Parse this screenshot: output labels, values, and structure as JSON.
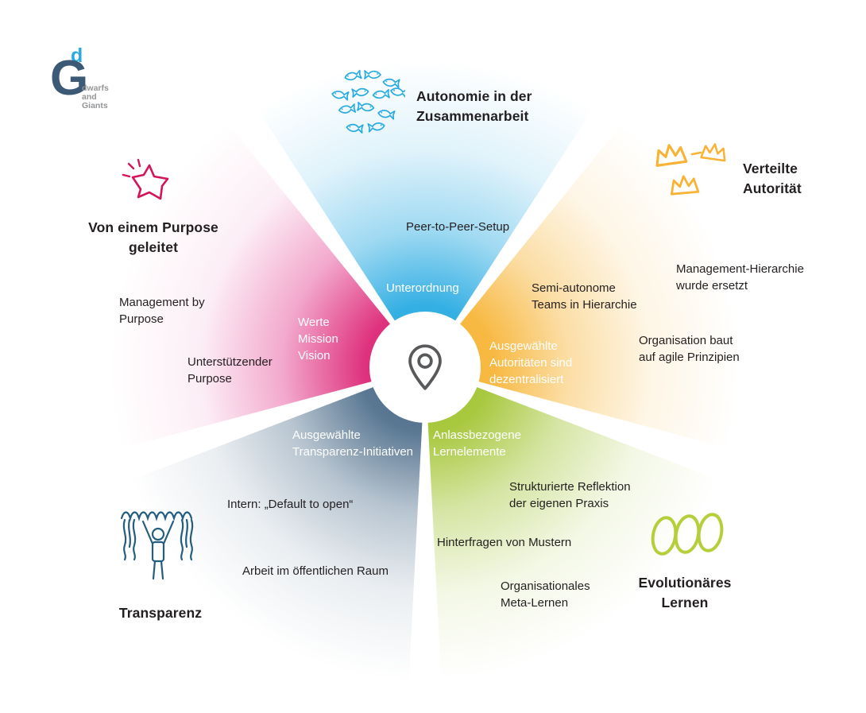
{
  "colors": {
    "cyan": "#29abe2",
    "yellow": "#f9b233",
    "magenta": "#d4145a",
    "pinkwedge": "#e6318c",
    "steelblue": "#54738f",
    "darkblue": "#235e80",
    "lime": "#b5cf3a",
    "greenwedge": "#a3c534",
    "pingray": "#58595b",
    "textdark": "#231f20",
    "logoblue": "#3c5a76",
    "logogray": "#939598"
  },
  "logo": {
    "big": "G",
    "small": "d",
    "tagline": [
      "dwarfs",
      "and",
      "Giants"
    ]
  },
  "center": {
    "icon": "map-pin-icon"
  },
  "sectors": {
    "autonomy": {
      "title": [
        "Autonomie in der",
        "Zusammenarbeit"
      ],
      "icon": "fish-school-icon",
      "color": "#29abe2",
      "labels": {
        "peer": [
          "Peer-to-Peer-Setup"
        ],
        "unterordnung": [
          "Unterordnung"
        ]
      }
    },
    "authority": {
      "title": [
        "Verteilte",
        "Autorität"
      ],
      "icon": "crowns-icon",
      "color": "#f9b233",
      "labels": {
        "semi": [
          "Semi-autonome",
          "Teams in Hierarchie"
        ],
        "dezentral": [
          "Ausgewählte",
          "Autoritäten sind",
          "dezentralisiert"
        ],
        "ersetzt": [
          "Management-Hierarchie",
          "wurde ersetzt"
        ],
        "agil": [
          "Organisation baut",
          "auf agile Prinzipien"
        ]
      }
    },
    "purpose": {
      "title": [
        "Von einem Purpose",
        "geleitet"
      ],
      "icon": "star-icon",
      "color": "#d4145a",
      "labels": {
        "mbp": [
          "Management by",
          "Purpose"
        ],
        "support": [
          "Unterstützender",
          "Purpose"
        ],
        "werte": [
          "Werte",
          "Mission",
          "Vision"
        ]
      }
    },
    "transparency": {
      "title": [
        "Transparenz"
      ],
      "icon": "figure-banner-icon",
      "color": "#54738f",
      "labels": {
        "initiativen": [
          "Ausgewählte",
          "Transparenz-Initiativen"
        ],
        "intern": [
          "Intern: „Default to open“"
        ],
        "arbeit": [
          "Arbeit im öffentlichen Raum"
        ]
      }
    },
    "learning": {
      "title": [
        "Evolutionäres",
        "Lernen"
      ],
      "icon": "spiral-icon",
      "color": "#b5cf3a",
      "labels": {
        "anlass": [
          "Anlassbezogene",
          "Lernelemente"
        ],
        "reflektion": [
          "Strukturierte Reflektion",
          "der eigenen Praxis"
        ],
        "muster": [
          "Hinterfragen von Mustern"
        ],
        "meta": [
          "Organisationales",
          "Meta-Lernen"
        ]
      }
    }
  }
}
